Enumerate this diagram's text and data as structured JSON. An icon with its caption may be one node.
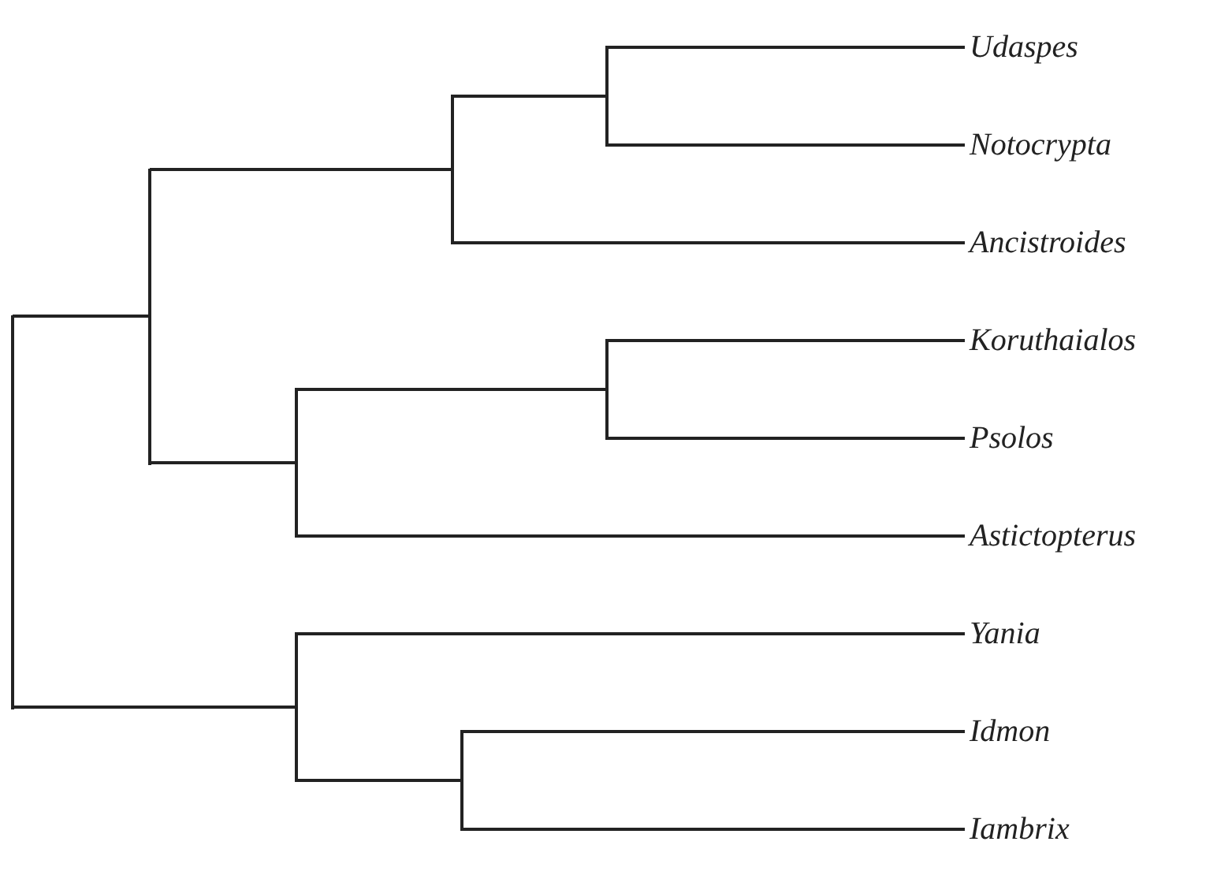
{
  "diagram": {
    "nodes": [
      {
        "text": [
          "Udaspes"
        ]
      },
      {
        "text": [
          "Notocrypta"
        ]
      },
      {
        "text": [
          "Ancistroides"
        ]
      },
      {
        "text": [
          "Koruthaialos"
        ]
      },
      {
        "text": [
          "Psolos"
        ]
      },
      {
        "text": [
          "Astictopterus"
        ]
      },
      {
        "text": [
          "Yania"
        ]
      },
      {
        "text": [
          "Idmon"
        ]
      },
      {
        "text": [
          "Iambrix"
        ]
      },
      {
        "text": [],
        "shape": "bar"
      },
      {
        "text": [],
        "shape": "bar"
      },
      {
        "text": [],
        "shape": "bar"
      },
      {
        "text": [],
        "shape": "bar"
      },
      {
        "text": [],
        "shape": "bar"
      },
      {
        "text": [],
        "shape": "bar"
      },
      {
        "text": [],
        "shape": "bar"
      },
      {
        "text": [],
        "shape": "bar"
      }
    ],
    "edges": [
      {
        "from": 9,
        "to": 10,
        "arrow": "none"
      },
      {
        "from": 9,
        "to": 12,
        "arrow": "none"
      },
      {
        "from": 10,
        "to": 13,
        "arrow": "none"
      },
      {
        "from": 10,
        "to": 11,
        "arrow": "none"
      },
      {
        "from": 13,
        "to": 15,
        "arrow": "none"
      },
      {
        "from": 13,
        "to": 2,
        "arrow": "none"
      },
      {
        "from": 15,
        "to": 0,
        "arrow": "none"
      },
      {
        "from": 15,
        "to": 1,
        "arrow": "none"
      },
      {
        "from": 11,
        "to": 16,
        "arrow": "none"
      },
      {
        "from": 11,
        "to": 5,
        "arrow": "none"
      },
      {
        "from": 16,
        "to": 3,
        "arrow": "none"
      },
      {
        "from": 16,
        "to": 4,
        "arrow": "none"
      },
      {
        "from": 12,
        "to": 6,
        "arrow": "none"
      },
      {
        "from": 12,
        "to": 14,
        "arrow": "none"
      },
      {
        "from": 14,
        "to": 7,
        "arrow": "none"
      },
      {
        "from": 14,
        "to": 8,
        "arrow": "none"
      }
    ]
  }
}
